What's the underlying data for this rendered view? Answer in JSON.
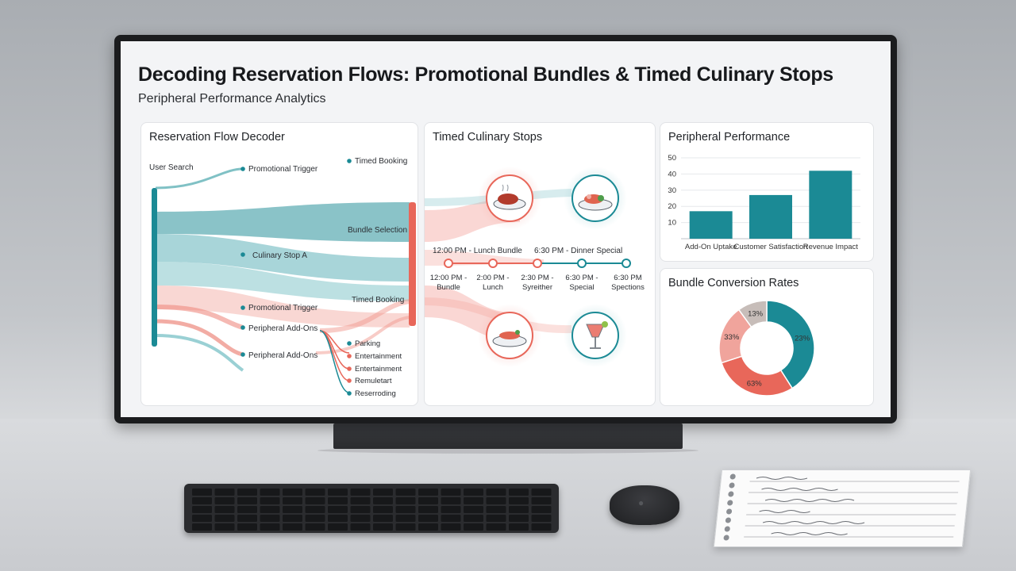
{
  "dashboard": {
    "title": "Decoding Reservation Flows: Promotional Bundles & Timed Culinary Stops",
    "subtitle": "Peripheral Performance Analytics"
  },
  "flow_panel": {
    "title": "Reservation Flow Decoder",
    "labels": {
      "user_search": "User Search",
      "promo_trigger_1": "Promotional Trigger",
      "timed_booking_1": "Timed Booking",
      "bundle_selection": "Bundle Selection",
      "culinary_stop_a": "Culinary Stop A",
      "promo_trigger_2": "Promotional Trigger",
      "timed_booking_2": "Timed Booking",
      "addons_1": "Peripheral Add-Ons",
      "addons_2": "Peripheral Add-Ons",
      "sub_1": "Parking",
      "sub_2": "Entertainment",
      "sub_3": "Entertainment",
      "sub_4": "Remuletart",
      "sub_5": "Reserroding"
    }
  },
  "stops_panel": {
    "title": "Timed Culinary Stops",
    "timeline_header_left": "12:00 PM - Lunch Bundle",
    "timeline_header_right": "6:30 PM - Dinner Special",
    "points": [
      {
        "l1": "12:00 PM -",
        "l2": "Bundle"
      },
      {
        "l1": "2:00 PM -",
        "l2": "Lunch"
      },
      {
        "l1": "2:30 PM -",
        "l2": "Syreither"
      },
      {
        "l1": "6:30 PM -",
        "l2": "Special"
      },
      {
        "l1": "6:30 PM",
        "l2": "Spections"
      }
    ],
    "icons": [
      "steak-icon",
      "salad-icon",
      "fish-dish-icon",
      "cocktail-icon"
    ]
  },
  "colors": {
    "teal": "#1b8a95",
    "coral": "#e8675a",
    "teal_light": "#8dc8cd",
    "coral_light": "#f3a79f"
  },
  "chart_data": [
    {
      "type": "bar",
      "title": "Peripheral Performance",
      "categories": [
        "Add-On Uptake",
        "Customer Satisfaction",
        "Revenue Impact"
      ],
      "values": [
        17,
        27,
        42
      ],
      "yticks": [
        10,
        20,
        30,
        40,
        50
      ],
      "ylim": [
        0,
        50
      ],
      "grid": true
    },
    {
      "type": "pie",
      "title": "Bundle Conversion Rates",
      "slices": [
        {
          "label": "23%",
          "value": 41,
          "color": "#1b8a95"
        },
        {
          "label": "63%",
          "value": 29,
          "color": "#e8675a"
        },
        {
          "label": "33%",
          "value": 20,
          "color": "#f0a49c"
        },
        {
          "label": "13%",
          "value": 10,
          "color": "#c7bdb9"
        }
      ]
    }
  ]
}
